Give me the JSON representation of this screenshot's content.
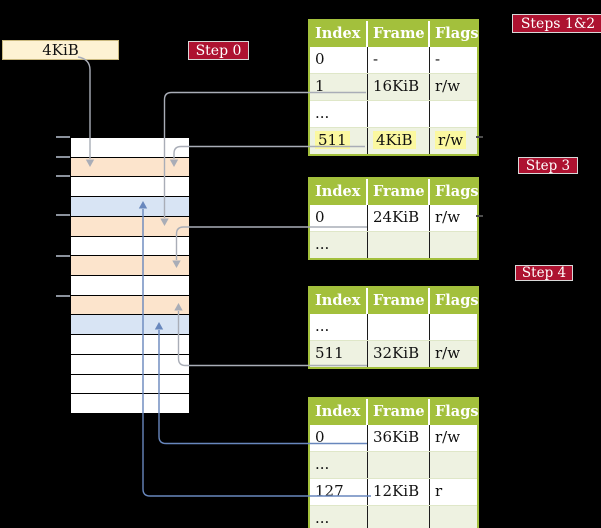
{
  "colors": {
    "background": "#000000",
    "badge_red": "#ad1230",
    "table_green": "#a3c03c",
    "row_alt_green": "#eef2e1",
    "highlight_yellow": "#fbf8a0",
    "memory_orange": "#fce4cc",
    "memory_blue": "#d8e4f4",
    "arrow_gray": "#a9adb7",
    "arrow_blue": "#6887bd",
    "box_cream": "#fdf2d3"
  },
  "labels": {
    "page_size_box": "4KiB"
  },
  "badges": {
    "step0": "Step 0",
    "steps12": "Steps 1&2",
    "step3": "Step 3",
    "step4": "Step 4"
  },
  "memory": {
    "rows": [
      "white",
      "orange",
      "white",
      "blue",
      "orange",
      "white",
      "orange",
      "white",
      "orange",
      "blue",
      "white",
      "white",
      "white",
      "white"
    ]
  },
  "tables": [
    {
      "headers": [
        "Index",
        "Frame",
        "Flags"
      ],
      "rows": [
        {
          "index": "0",
          "frame": "-",
          "flags": "-"
        },
        {
          "index": "1",
          "frame": "16KiB",
          "flags": "r/w"
        },
        {
          "index": "...",
          "frame": "",
          "flags": ""
        },
        {
          "index": "511",
          "frame": "4KiB",
          "flags": "r/w"
        }
      ]
    },
    {
      "headers": [
        "Index",
        "Frame",
        "Flags"
      ],
      "rows": [
        {
          "index": "0",
          "frame": "24KiB",
          "flags": "r/w"
        },
        {
          "index": "...",
          "frame": "",
          "flags": ""
        }
      ]
    },
    {
      "headers": [
        "Index",
        "Frame",
        "Flags"
      ],
      "rows": [
        {
          "index": "...",
          "frame": "",
          "flags": ""
        },
        {
          "index": "511",
          "frame": "32KiB",
          "flags": "r/w"
        }
      ]
    },
    {
      "headers": [
        "Index",
        "Frame",
        "Flags"
      ],
      "rows": [
        {
          "index": "0",
          "frame": "36KiB",
          "flags": "r/w"
        },
        {
          "index": "...",
          "frame": "",
          "flags": ""
        },
        {
          "index": "127",
          "frame": "12KiB",
          "flags": "r"
        },
        {
          "index": "...",
          "frame": "",
          "flags": ""
        }
      ]
    }
  ]
}
